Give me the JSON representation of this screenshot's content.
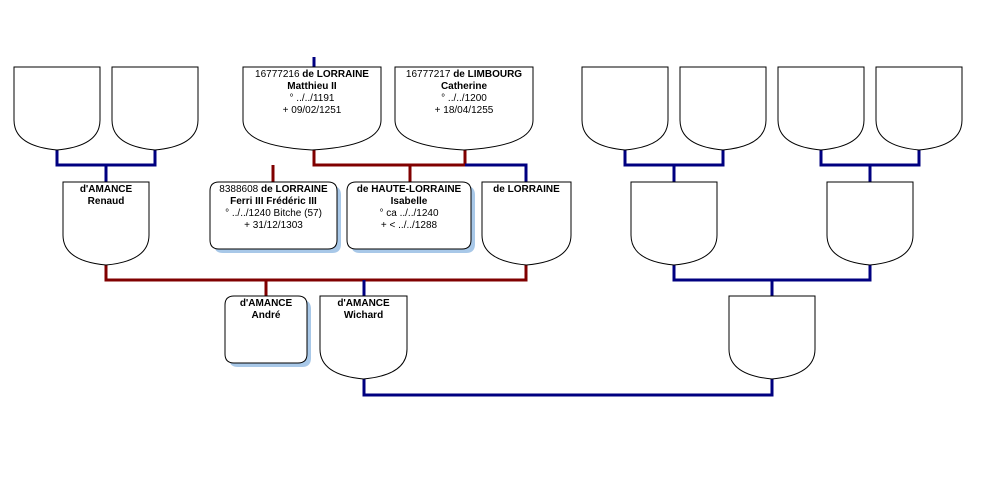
{
  "colors": {
    "paternal_line": "#000080",
    "maternal_line": "#800000",
    "box_border": "#000000",
    "shadow": "#a8c8e8",
    "background": "#ffffff"
  },
  "people": {
    "matthieu": {
      "sosa": "16777216",
      "surname": "de LORRAINE",
      "given": "Matthieu II",
      "birth": "° ../../1191",
      "death": "+ 09/02/1251"
    },
    "catherine": {
      "sosa": "16777217",
      "surname": "de LIMBOURG",
      "given": "Catherine",
      "birth": "° ../../1200",
      "death": "+ 18/04/1255"
    },
    "renaud": {
      "surname": "d'AMANCE",
      "given": "Renaud"
    },
    "ferri": {
      "sosa": "8388608",
      "surname": "de LORRAINE",
      "given": "Ferri III Frédéric III",
      "birth": "° ../../1240 Bitche (57)",
      "death": "+ 31/12/1303"
    },
    "isabelle": {
      "surname": "de HAUTE-LORRAINE",
      "given": "Isabelle",
      "birth": "° ca ../../1240",
      "death": "+ < ../../1288"
    },
    "lorraine": {
      "surname": "de LORRAINE"
    },
    "andre": {
      "surname": "d'AMANCE",
      "given": "André"
    },
    "wichard": {
      "surname": "d'AMANCE",
      "given": "Wichard"
    }
  }
}
